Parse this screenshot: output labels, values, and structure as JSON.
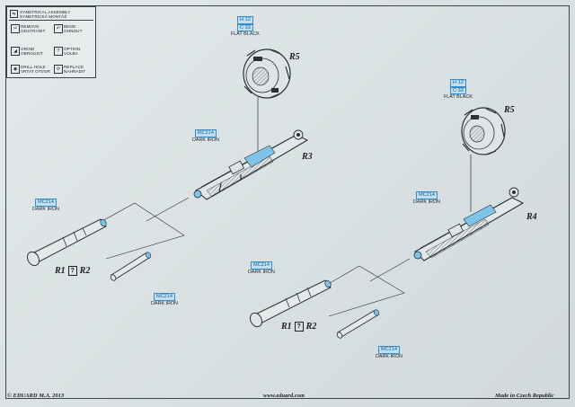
{
  "legend": {
    "items": [
      {
        "icon": "symmetrical-assembly-icon",
        "lines": [
          "SYMETRICAL ASSEMBLY",
          "SYMETRICKÁ MONTÁŽ"
        ]
      },
      {
        "icon": "remove-icon",
        "lines": [
          "REMOVE",
          "ODSTRANIT"
        ]
      },
      {
        "icon": "bend-icon",
        "lines": [
          "BEND",
          "OHNOUT"
        ]
      },
      {
        "icon": "grind-icon",
        "lines": [
          "GRIND",
          "OBROUSIT"
        ]
      },
      {
        "icon": "option-icon",
        "lines": [
          "OPTION",
          "VOLBA"
        ]
      },
      {
        "icon": "drill-hole-icon",
        "lines": [
          "DRILL HOLE",
          "VRTAT OTVOR"
        ]
      },
      {
        "icon": "replace-icon",
        "lines": [
          "REPLACE",
          "NAHRADIT"
        ]
      }
    ]
  },
  "callouts": {
    "left_drum": {
      "code1": "H 12",
      "code2": "C 33",
      "text": "FLAT BLACK"
    },
    "right_drum": {
      "code1": "H 12",
      "code2": "C 33",
      "text": "FLAT BLACK"
    },
    "left_receiver": {
      "code": "MC214",
      "text": "DARK IRON"
    },
    "left_barrel": {
      "code": "MC214",
      "text": "DARK IRON"
    },
    "left_muzzle": {
      "code": "MC214",
      "text": "DARK IRON"
    },
    "right_receiver": {
      "code": "MC214",
      "text": "DARK IRON"
    },
    "right_barrel": {
      "code": "MC214",
      "text": "DARK IRON"
    },
    "right_muzzle": {
      "code": "MC214",
      "text": "DARK IRON"
    }
  },
  "part_labels": {
    "r5_left": "R5",
    "r5_right": "R5",
    "r3": "R3",
    "r4": "R4",
    "r1_left": "R1",
    "r2_left": "R2",
    "r1_right": "R1",
    "r2_right": "R2",
    "option_mark": "?"
  },
  "footer": {
    "copyright": "© EDUARD  M.A. 2013",
    "website": "www.eduard.com",
    "origin": "Made in Czech Republic"
  },
  "colors": {
    "paint_callout_fill": "#bfe0f2",
    "paint_callout_border": "#3a8cc8",
    "highlight_blue": "#7fc3e8",
    "line_art": "#2a3237"
  }
}
